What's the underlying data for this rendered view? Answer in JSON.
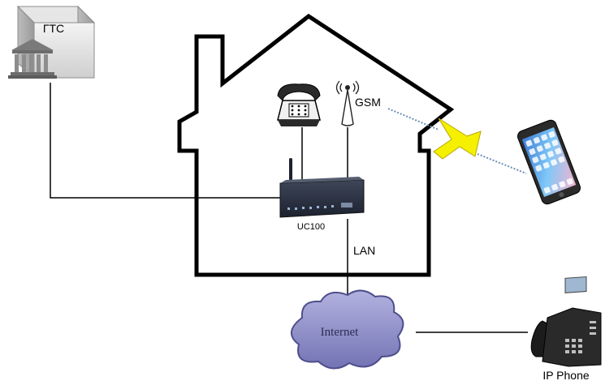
{
  "labels": {
    "pstn": "ГТС",
    "gsm": "GSM",
    "device": "UC100",
    "lan": "LAN",
    "internet": "Internet",
    "ip_phone": "IP Phone"
  },
  "colors": {
    "house_outline": "#000000",
    "connector": "#000000",
    "cloud_fill": "#8f8fc6",
    "cloud_stroke": "#4e4e8c",
    "lightning_fill": "#f4f000",
    "gateway_body": "#2b3242",
    "phone_body": "#1c1c1c"
  },
  "icons": {
    "pstn": "exchange-building-icon",
    "landline": "telephone-icon",
    "gsm": "antenna-icon",
    "gateway": "gateway-device-icon",
    "mobile": "smartphone-icon",
    "ip_phone": "ip-phone-icon",
    "internet": "cloud-icon",
    "wireless": "lightning-icon"
  }
}
